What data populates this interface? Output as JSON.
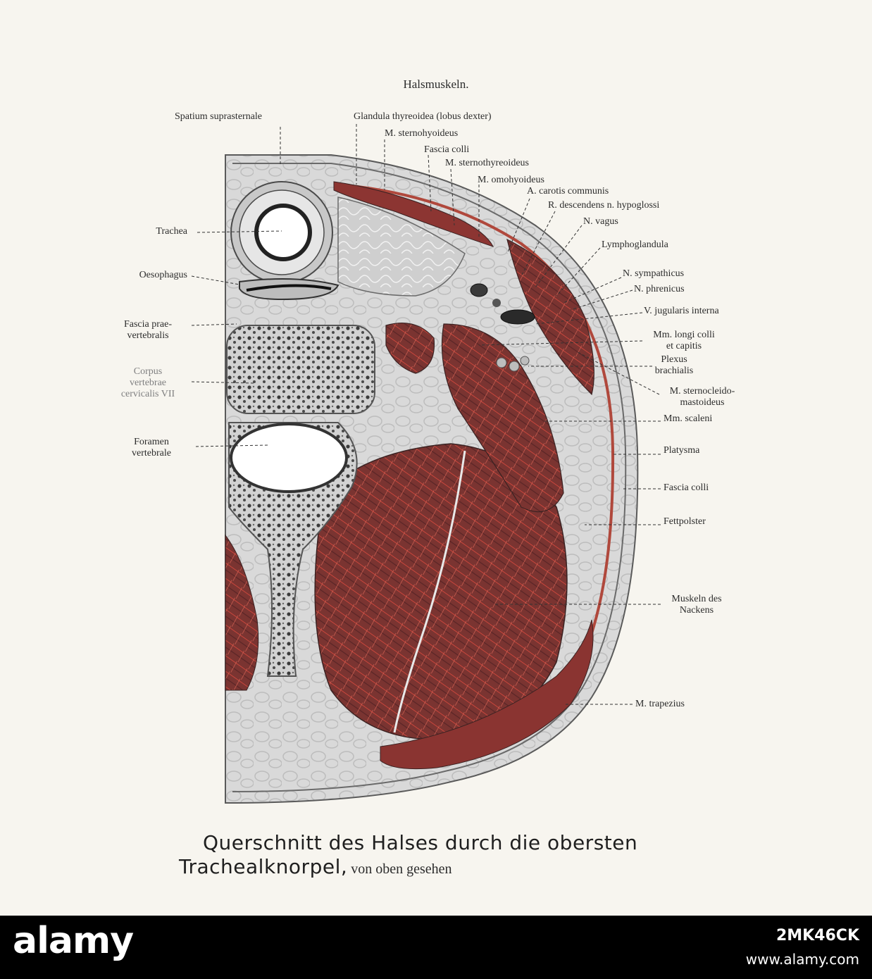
{
  "header": {
    "title": "Halsmuskeln."
  },
  "labels_top": {
    "spatium_suprasternale": "Spatium suprasternale",
    "glandula_thyreoidea": "Glandula thyreoidea (lobus dexter)",
    "sternohyoideus": "M. sternohyoideus",
    "fascia_colli_top": "Fascia colli",
    "sternothyreoideus": "M. sternothyreoideus",
    "omohyoideus": "M. omohyoideus",
    "carotis": "A. carotis communis",
    "descendens": "R. descendens n. hypoglossi"
  },
  "labels_left": {
    "trachea": "Trachea",
    "oesophagus": "Oesophagus",
    "fascia_prae": "Fascia prae-\nvertebralis",
    "corpus": "Corpus\nvertebrae\ncervicalis VII",
    "foramen": "Foramen\nvertebrale"
  },
  "labels_right": {
    "vagus": "N. vagus",
    "lymphoglandula": "Lymphoglandula",
    "sympathicus": "N. sympathicus",
    "phrenicus": "N. phrenicus",
    "jugularis": "V. jugularis interna",
    "longi": "Mm. longi colli\net capitis",
    "plexus": "Plexus\nbrachialis",
    "sternocleido": "M. sternocleido-\nmastoideus",
    "scaleni": "Mm. scaleni",
    "platysma": "Platysma",
    "fascia_colli": "Fascia colli",
    "fettpolster": "Fettpolster",
    "nacken": "Muskeln des\nNackens",
    "trapezius": "M. trapezius"
  },
  "caption": {
    "line1": "Querschnitt des Halses durch die obersten",
    "line2_main": "Trachealknorpel,",
    "line2_sub": " von oben gesehen"
  },
  "watermark": {
    "logo": "alamy",
    "image_id": "2MK46CK",
    "site": "www.alamy.com"
  },
  "colors": {
    "muscle": "#9a3a34",
    "muscle_dark": "#6e2a2a",
    "bone": "#c9c9c9",
    "tissue": "#d8d8d8",
    "outline": "#4a4a4a",
    "paper": "#f7f5ef"
  }
}
